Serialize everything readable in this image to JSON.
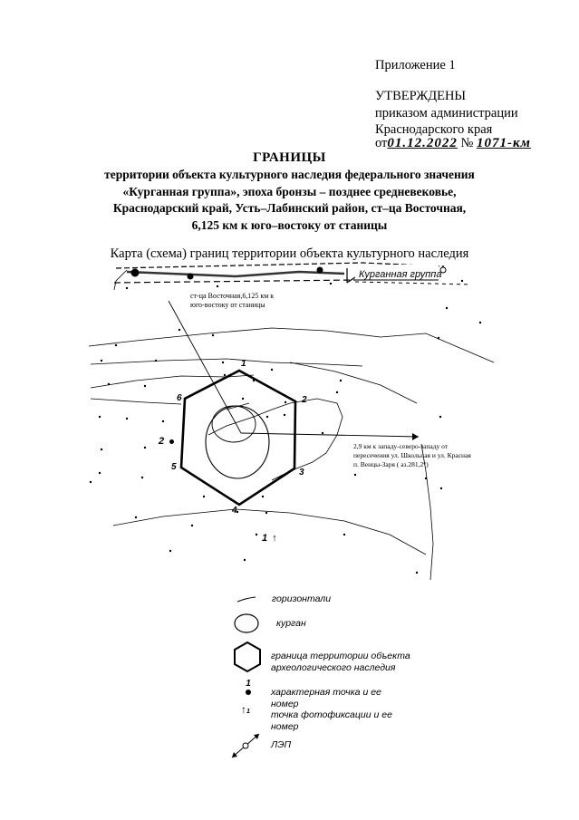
{
  "approval": {
    "appendix": "Приложение 1",
    "approved": "УТВЕРЖДЕНЫ",
    "order_line1": "приказом администрации",
    "order_line2": "Краснодарского края",
    "date_prefix": "от",
    "date_value": "01.12.2022",
    "number_prefix": "№",
    "number_value": "1071-км"
  },
  "title": "ГРАНИЦЫ",
  "subtitle_lines": [
    "территории объекта культурного наследия федерального значения",
    "«Курганная группа», эпоха бронзы – позднее средневековье,",
    "Краснодарский край, Усть–Лабинский район, ст–ца Восточная,",
    "6,125 км к юго–востоку от станицы"
  ],
  "map": {
    "title": "Карта (схема) границ территории объекта культурного наследия",
    "group_label": "Курганная группа",
    "note_top": [
      "ст-ца Восточная,6,125 км к",
      "юго-востоку от станицы"
    ],
    "note_right": [
      "2,9 км к западу-северо-западу от",
      "пересечения ул. Школьная и ул. Красная",
      "п. Венцы-Заря ( аз.281,2°)"
    ],
    "points": [
      "1",
      "2",
      "3",
      "4",
      "5",
      "6"
    ],
    "char_point": "2",
    "photo_point": "1"
  },
  "legend": {
    "contours": "горизонтали",
    "kurgan": "курган",
    "boundary": [
      "граница территории объекта",
      "археологического наследия"
    ],
    "char_point": [
      "характерная точка и ее",
      "номер"
    ],
    "char_point_num": "1",
    "photo_point": [
      "точка фотофиксации и ее",
      "номер"
    ],
    "photo_point_num": "1",
    "power_line": "ЛЭП"
  }
}
